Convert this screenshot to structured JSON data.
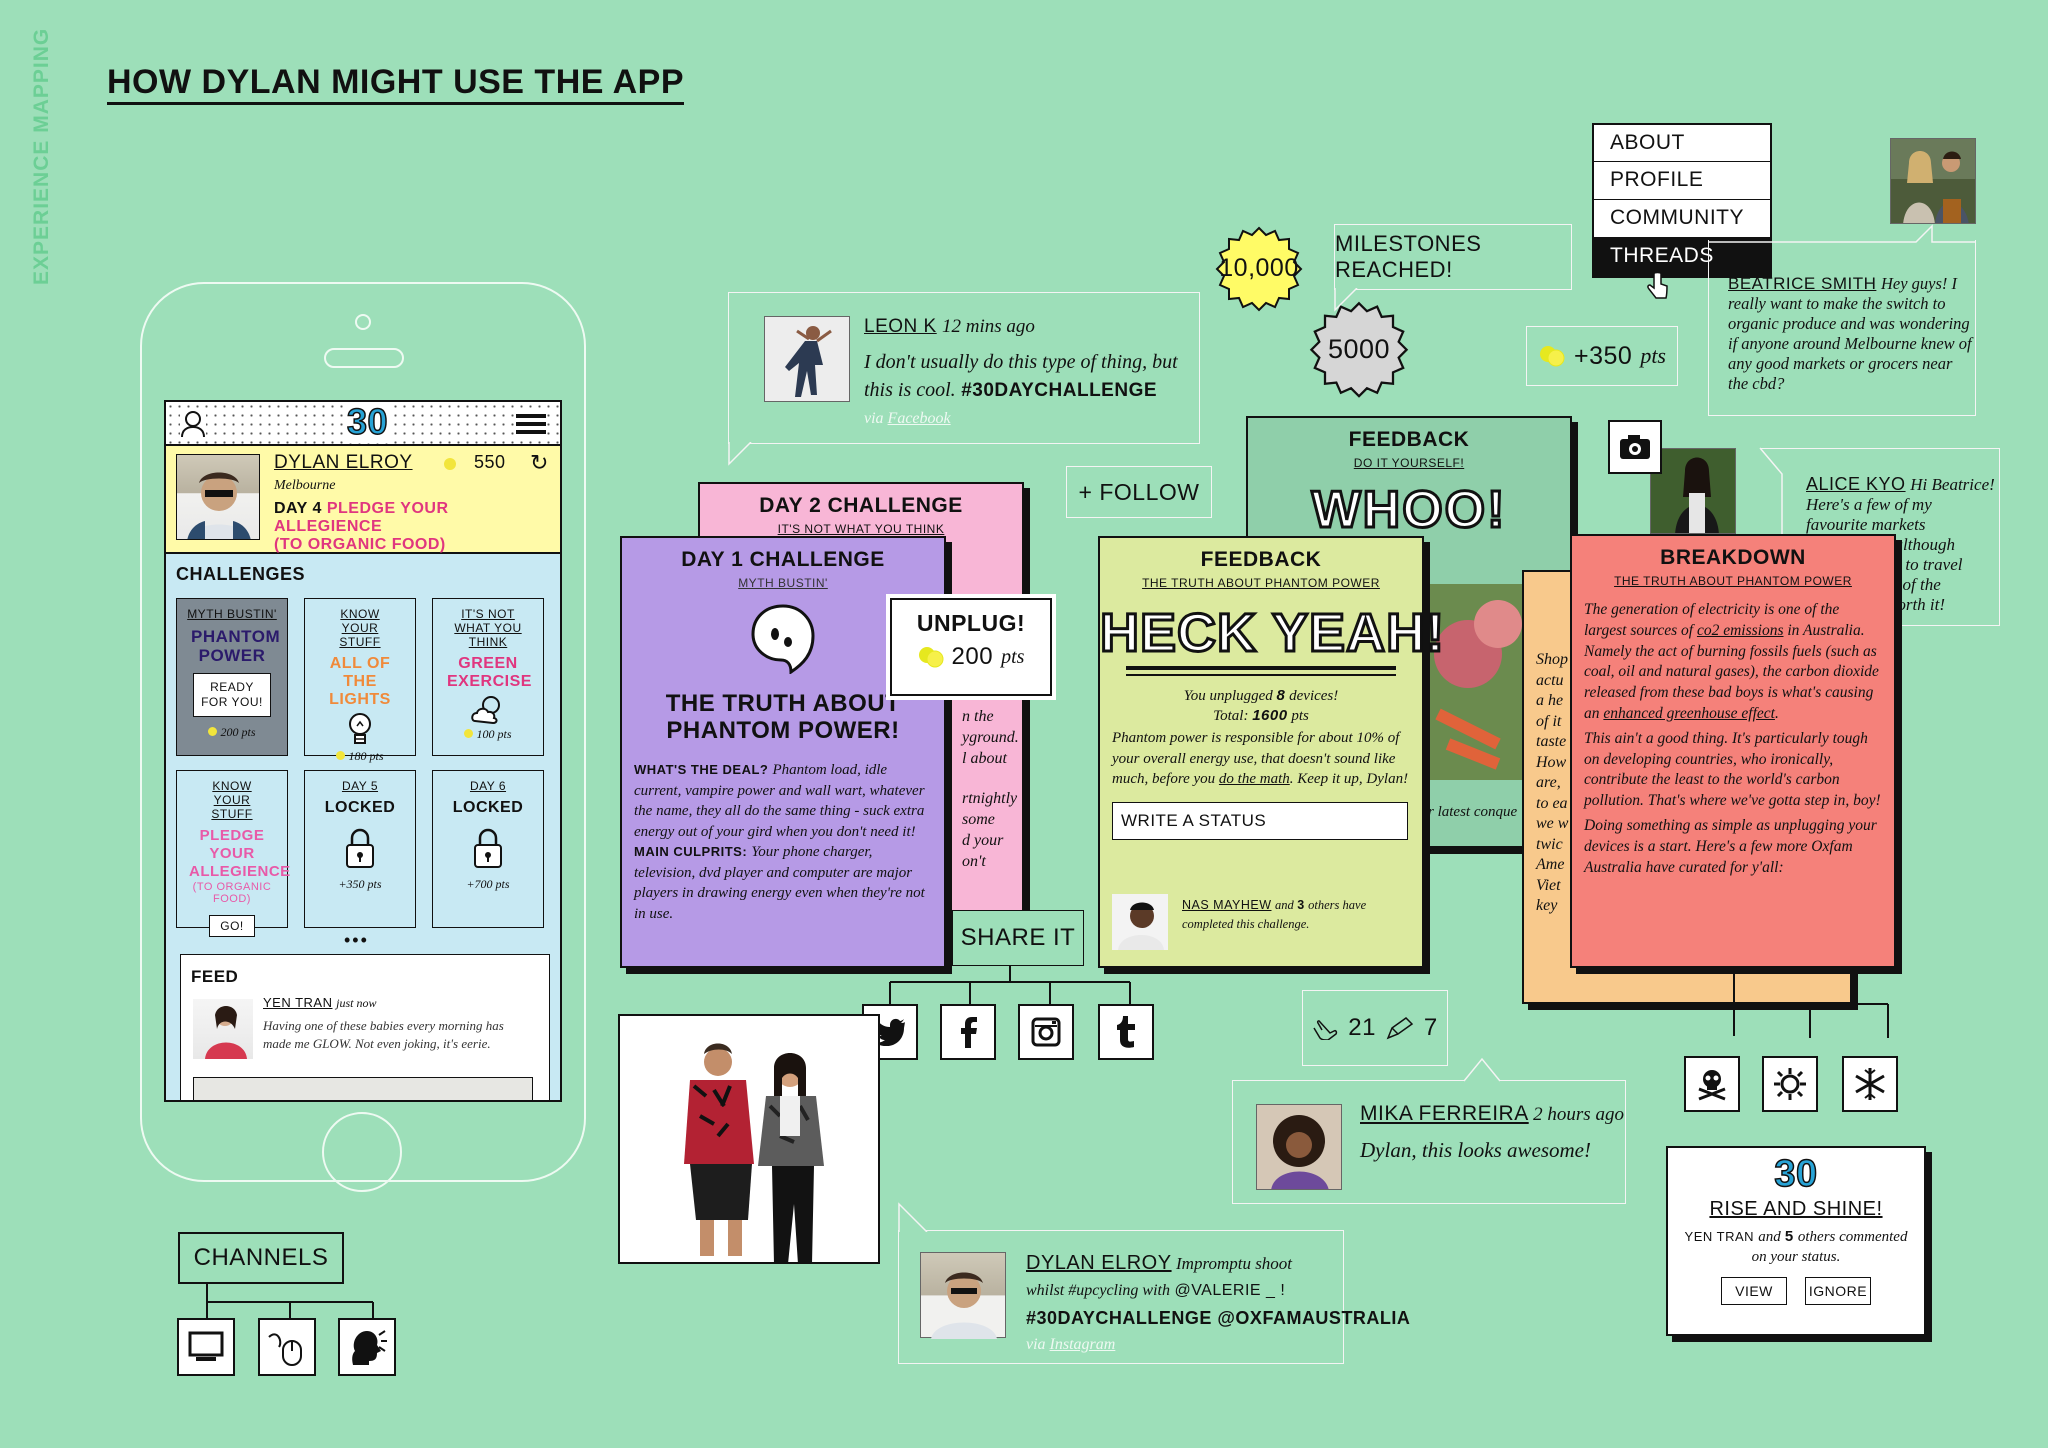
{
  "side_label": "EXPERIENCE MAPPING",
  "page_title": "HOW DYLAN MIGHT USE THE APP",
  "phone": {
    "logo": "30",
    "user_name": "DYLAN ELROY",
    "user_city": "Melbourne",
    "points": "550",
    "day_prefix": "DAY 4",
    "day_text": "PLEDGE YOUR ALLEGIENCE",
    "day_sub": "(TO ORGANIC FOOD)",
    "challenges_heading": "CHALLENGES",
    "tiles": [
      {
        "cat": "MYTH BUSTIN'",
        "title": "PHANTOM POWER",
        "btn": "READY FOR YOU!",
        "pts": "200",
        "unit": "pts"
      },
      {
        "cat": "KNOW YOUR STUFF",
        "title": "ALL OF THE LIGHTS",
        "pts": "180",
        "unit": "pts"
      },
      {
        "cat": "IT'S NOT WHAT YOU THINK",
        "title": "GREEN EXERCISE",
        "pts": "100",
        "unit": "pts"
      },
      {
        "cat": "KNOW YOUR STUFF",
        "title": "PLEDGE YOUR ALLEGIENCE",
        "sub": "(TO ORGANIC FOOD)",
        "btn": "GO!"
      },
      {
        "cat": "DAY 5",
        "title": "LOCKED",
        "pts": "+350",
        "unit": "pts"
      },
      {
        "cat": "DAY 6",
        "title": "LOCKED",
        "pts": "+700",
        "unit": "pts"
      }
    ],
    "more": "•••",
    "feed_heading": "FEED",
    "feed_user": "YEN TRAN",
    "feed_time": "just now",
    "feed_text": "Having one of these babies every morning has made me GLOW. Not even joking, it's eerie."
  },
  "channels": {
    "label": "CHANNELS",
    "icons": [
      "monitor-icon",
      "mouse-icon",
      "speaking-head-icon"
    ]
  },
  "leon": {
    "name": "LEON K",
    "time": "12 mins ago",
    "text": "I don't usually do this type of thing, but this is cool.",
    "tag": "#30DAYCHALLENGE",
    "via": "via",
    "via_link": "Facebook"
  },
  "day2": {
    "title": "DAY 2 CHALLENGE",
    "sub": "IT'S NOT WHAT YOU THINK",
    "frag": [
      "n the",
      "yground.",
      "l about",
      "rtnightly",
      "some",
      "d your",
      "on't"
    ]
  },
  "day1": {
    "title": "DAY 1 CHALLENGE",
    "sub": "MYTH BUSTIN'",
    "headline1": "THE TRUTH ABOUT",
    "headline2": "PHANTOM POWER!",
    "deal_label": "WHAT'S THE DEAL?",
    "deal_text": "Phantom load, idle current, vampire power and wall wart, whatever the name, they all do the same thing - suck extra energy out of your gird when you don't need it!",
    "culprits_label": "MAIN CULPRITS:",
    "culprits_text": "Your phone charger, television, dvd player and computer are major players in drawing energy even when they're not in use."
  },
  "unplug": {
    "title": "UNPLUG!",
    "pts": "200",
    "unit": "pts"
  },
  "share": {
    "label": "SHARE IT",
    "icons": [
      "twitter-icon",
      "facebook-icon",
      "instagram-icon",
      "tumblr-icon"
    ]
  },
  "follow": "+ FOLLOW",
  "badges": {
    "big": "10,000",
    "small": "5000"
  },
  "milestones": "MILESTONES REACHED!",
  "menu": {
    "items": [
      "ABOUT",
      "PROFILE",
      "COMMUNITY",
      "THREADS"
    ],
    "active": "THREADS"
  },
  "points_bubble": {
    "value": "+350",
    "unit": "pts"
  },
  "beatrice": {
    "name": "BEATRICE SMITH",
    "text": "Hey guys! I really want to make the switch to organic produce and was wondering if anyone around Melbourne knew of any good markets or grocers near the cbd?"
  },
  "alice": {
    "name": "ALICE KYO",
    "text": "Hi Beatrice! Here's a few of my favourite markets",
    "frag": [
      ", although",
      "ve to travel",
      "le of the",
      "worth it!"
    ]
  },
  "fb_back": {
    "title": "FEEDBACK",
    "sub": "DO IT YOURSELF!",
    "big": "WHOO!",
    "frag": "r latest conque"
  },
  "fb_front": {
    "title": "FEEDBACK",
    "sub": "THE TRUTH ABOUT PHANTOM POWER",
    "big": "HECK YEAH!",
    "l1_a": "You unplugged",
    "l1_b": "8",
    "l1_c": "devices!",
    "l2_a": "Total:",
    "l2_b": "1600",
    "l2_c": "pts",
    "body": "Phantom power is responsible for about 10% of your overall energy use, that doesn't sound like much, before you",
    "link": "do the math",
    "body2": ". Keep it up, Dylan!",
    "status_placeholder": "WRITE A STATUS",
    "completed_name": "NAS MAYHEW",
    "completed_rest1": "and",
    "completed_num": "3",
    "completed_rest2": "others have completed this challenge."
  },
  "likes": {
    "count": "21",
    "edits": "7"
  },
  "mika": {
    "name": "MIKA FERREIRA",
    "time": "2 hours ago",
    "text": "Dylan, this looks awesome!"
  },
  "dylan_post": {
    "name": "DYLAN ELROY",
    "l1": "Impromptu shoot",
    "l2": "whilst #upcycling with",
    "mention": "@VALERIE _ !",
    "tags": "#30DAYCHALLENGE @OXFAMAUSTRALIA",
    "via": "via",
    "via_link": "Instagram"
  },
  "orange_frag": [
    "Shop",
    "actu",
    "a he",
    "of it",
    "taste",
    "How",
    "are,",
    "to ea",
    "we w",
    "twic",
    "Ame",
    "Viet",
    "key"
  ],
  "breakdown": {
    "title": "BREAKDOWN",
    "sub": "THE TRUTH ABOUT PHANTOM POWER",
    "p1a": "The generation of electricity is one of the largest sources of",
    "p1link": "co2 emissions",
    "p1b": "in Australia. Namely the act of burning fossils fuels (such as coal, oil and natural gases), the carbon dioxide released from these bad boys is what's causing an",
    "p1link2": "enhanced greenhouse effect",
    "p2": "This ain't a good thing. It's particularly tough on developing countries, who ironically, contribute the least to the world's carbon pollution. That's where we've gotta step in, boy!",
    "p3": "Doing something as simple as unplugging your devices is a start. Here's a few more Oxfam Australia have curated for y'all:"
  },
  "bottom_icons": [
    "skull-icon",
    "sun-icon",
    "snowflake-icon"
  ],
  "notif": {
    "logo": "30",
    "title": "RISE AND SHINE!",
    "name": "YEN TRAN",
    "mid": "and",
    "num": "5",
    "rest": "others commented on your status.",
    "view": "VIEW",
    "ignore": "IGNORE"
  },
  "colors": {
    "bg": "#9ddfb9",
    "yellow": "#fffaa8",
    "lightblue": "#c8e9f3",
    "purple": "#b69ae6",
    "pink": "#f8b6d6",
    "green_card": "#dcea9f",
    "teal_card": "#8fcfaa",
    "salmon": "#f5817a",
    "orange": "#f8c98c",
    "accent_pink": "#e0367f",
    "accent_blue": "#27a3d6"
  }
}
